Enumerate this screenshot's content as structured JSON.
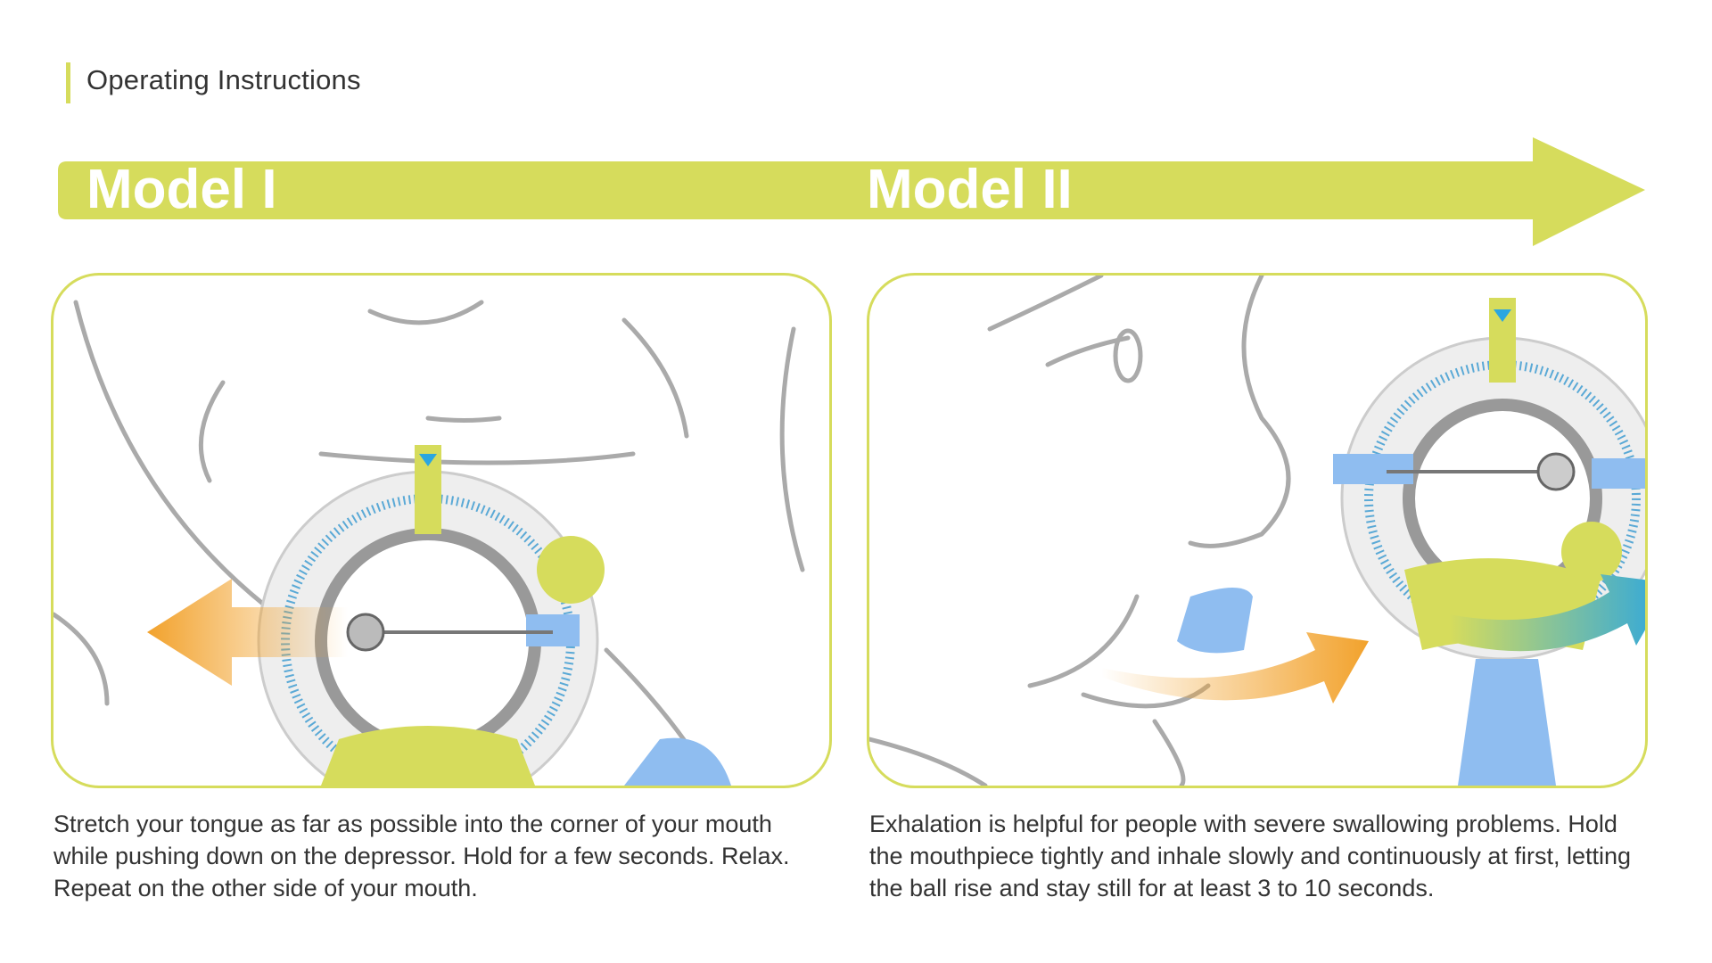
{
  "header": {
    "title": "Operating Instructions"
  },
  "banner": {
    "model_1": "Model I",
    "model_2": "Model II"
  },
  "panels": [
    {
      "description": "Stretch your tongue as far as possible into the corner of your mouth while pushing down on the depressor. Hold for a few seconds. Relax. Repeat on the other side of your mouth."
    },
    {
      "description": "Exhalation is helpful for people with severe swallowing problems. Hold the mouthpiece tightly and inhale slowly and continuously at first, letting the ball rise and stay still for at least 3 to 10 seconds."
    }
  ],
  "colors": {
    "accent": "#d6dc5c",
    "orange": "#f2a22c",
    "blue": "#2ba6e0",
    "sketch": "#a8a8a8"
  }
}
